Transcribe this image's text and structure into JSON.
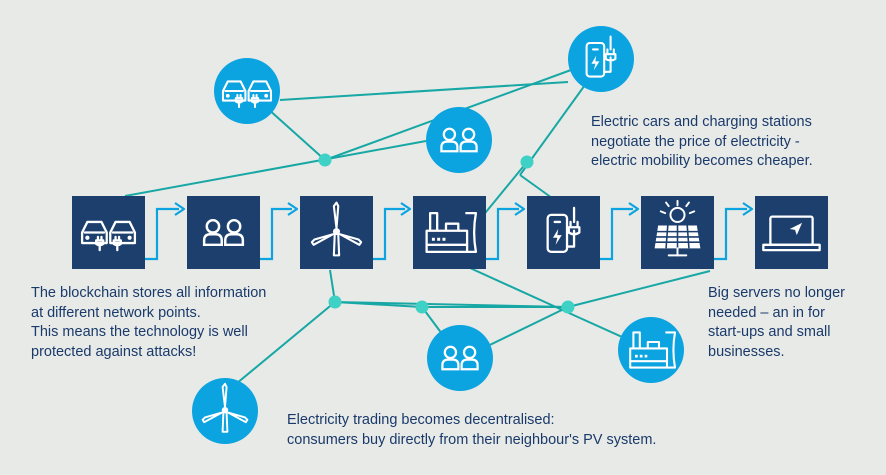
{
  "colors": {
    "background": "#e8eae7",
    "box": "#1c3f6e",
    "circle": "#0ba3e0",
    "line": "#17a7a4",
    "node": "#3fd1c6",
    "arrow": "#0ba3e0",
    "text": "#1a3a6b"
  },
  "chain": {
    "boxes": [
      {
        "icon": "electric-car-icon"
      },
      {
        "icon": "people-icon"
      },
      {
        "icon": "wind-turbine-icon"
      },
      {
        "icon": "factory-icon"
      },
      {
        "icon": "charging-station-icon"
      },
      {
        "icon": "solar-panel-icon"
      },
      {
        "icon": "laptop-icon"
      }
    ]
  },
  "network": {
    "circles": [
      {
        "icon": "electric-car-icon"
      },
      {
        "icon": "charging-station-icon"
      },
      {
        "icon": "people-icon"
      },
      {
        "icon": "people-icon"
      },
      {
        "icon": "factory-icon"
      },
      {
        "icon": "wind-turbine-icon"
      }
    ]
  },
  "captions": {
    "blockchain": "The blockchain stores all information\nat different network points.\nThis means the technology is well\nprotected against attacks!",
    "mobility": "Electric cars and charging stations\nnegotiate the price of electricity -\nelectric mobility becomes cheaper.",
    "servers": "Big servers no longer\nneeded – an in for\nstart-ups and small\nbusinesses.",
    "trading": "Electricity trading becomes decentralised:\n consumers buy directly from their neighbour's PV system."
  }
}
